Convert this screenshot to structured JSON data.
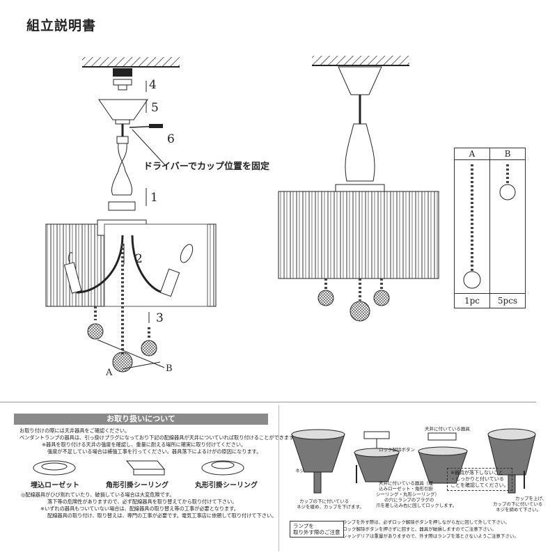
{
  "title": "組立説明書",
  "steps": {
    "s1": "1",
    "s2": "2",
    "s3": "3",
    "s4": "4",
    "s5": "5",
    "s6": "6"
  },
  "callout_screw": "ドライバーでカップ位置を固定",
  "chain_labels": {
    "a": "A",
    "b": "B"
  },
  "parts_table": {
    "col_a": "A",
    "col_b": "B",
    "qty_a": "1pc",
    "qty_b": "5pcs"
  },
  "handling": {
    "header": "お取り扱いについて",
    "lines": [
      "お取り付けの際には天井器具をご確認ください。",
      "ペンダントランプの器具は、引っ掛けプラグになっており下記の配線器具が天井についていれば取り付けることができます。",
      "※器具を取り付ける天井の強度を確認し、重量に耐える場所に確実に取り付けてください。",
      "強度が不足している場合は補強工事を行ってください。器具落下によるけがの原因になります。"
    ],
    "fixtures": [
      "埋込ローゼット",
      "角形引掛シーリング",
      "丸形引掛シーリング"
    ],
    "warn_lines": [
      "◎配線器具がひび割れていたり、破損している場合は大変危険です。",
      "落下等の危険性がありますので、必ず配線器具を取り替えてから取り付けて下さい。",
      "※いずれの器具もついていない場合は、配線器具の取り替え等の工事が必要となります。",
      "配線器具の取り付け、取り替えは、専門の工事が必要です。電気工事店に依頼して取り付けて下さい。"
    ]
  },
  "right_panel": {
    "screw_label": "ネジ",
    "lock_button": "ロック解除ボタン",
    "ceiling_fixture": "天井に付いている器具",
    "insert_text": [
      "天井に付いている器具（埋",
      "込みローゼット・角形引掛",
      "シーリング・丸形シーリング）",
      "の穴にランプのプラグの",
      "爪を差し込み右に回してロックします。"
    ],
    "cup_loosen": [
      "カップの下に付いている",
      "ネジを緩め、カップを下げます。"
    ],
    "caution_box": [
      "※器具が落下しないこと",
      "・しっかりと付いている",
      "ことを確認してください。"
    ],
    "cup_up": [
      "カップを上げ、",
      "カップの下に付いている",
      "ネジを締めて下さい。"
    ],
    "remove_box": [
      "ランプを",
      "取り外す際のご注意"
    ],
    "remove_text": [
      "ランプを外す際は、必ずロック解除ボタンを押しながら左に回して外して下さい。",
      "ロック解除ボタンを押さずに回すと、器具が破損しますのでご注意下さい。",
      "シャンデリアは重量がありますので、外す際はランプを落とさないようご注意下さい。"
    ]
  }
}
